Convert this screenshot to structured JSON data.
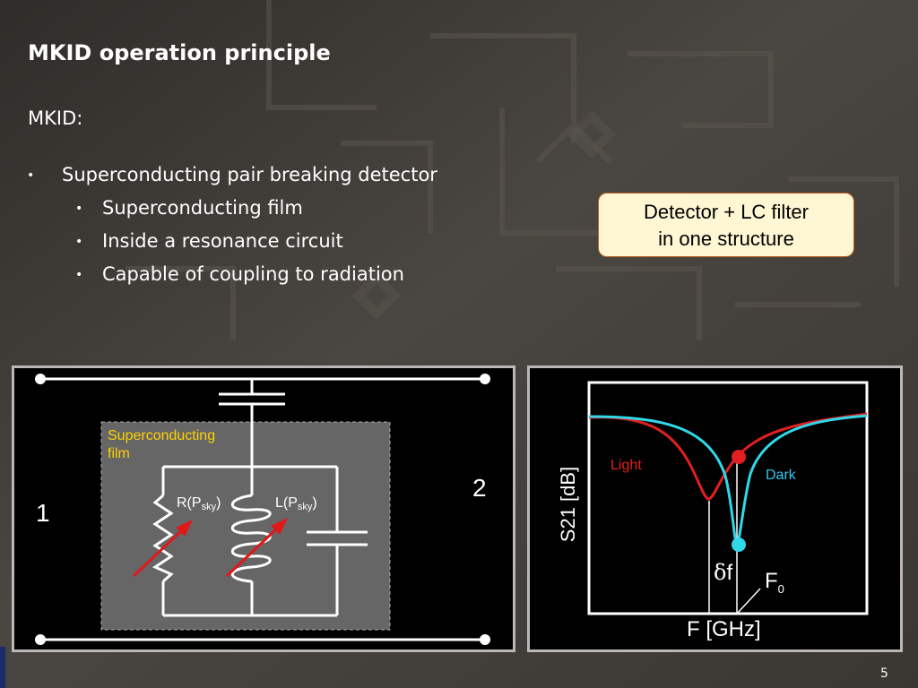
{
  "slide": {
    "title": "MKID operation principle",
    "subtitle": "MKID:",
    "page_number": "5"
  },
  "bullets": [
    {
      "level": 1,
      "text": "Superconducting pair breaking detector"
    },
    {
      "level": 2,
      "text": "Superconducting film"
    },
    {
      "level": 2,
      "text": "Inside a resonance circuit"
    },
    {
      "level": 2,
      "text": "Capable of coupling to radiation"
    }
  ],
  "callout": {
    "line1": "Detector + LC filter",
    "line2": "in one structure"
  },
  "circuit": {
    "film_label_line1": "Superconducting",
    "film_label_line2": "film",
    "port1": "1",
    "port2": "2",
    "r_label_main": "R(P",
    "r_label_sub": "sky",
    "r_label_end": ")",
    "l_label_main": "L(P",
    "l_label_sub": "sky",
    "l_label_end": ")"
  },
  "resonance_plot": {
    "y_axis_label": "S21 [dB]",
    "x_axis_label": "F [GHz]",
    "light_label": "Light",
    "dark_label": "Dark",
    "delta_f_symbol": "δ",
    "delta_f_letter": "f",
    "f0_main": "F",
    "f0_sub": "0"
  },
  "colors": {
    "light_curve": "#e02020",
    "dark_curve": "#30d8e8",
    "film_box": "#666666",
    "film_label": "#ffd200",
    "arrow": "#e01818",
    "callout_bg": "#fff6d3",
    "callout_border": "#c06020"
  }
}
